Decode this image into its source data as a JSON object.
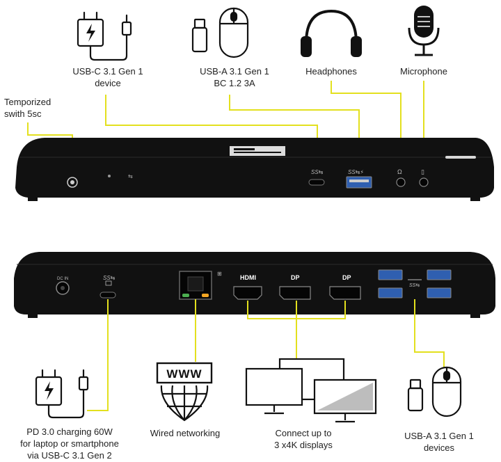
{
  "labels": {
    "usbc_device": [
      "USB-C 3.1 Gen 1",
      "device"
    ],
    "usba_bc": [
      "USB-A 3.1 Gen 1",
      "BC 1.2 3A"
    ],
    "headphones": [
      "Headphones"
    ],
    "microphone": [
      "Microphone"
    ],
    "switch": [
      "Temporized",
      "swith 5sc"
    ],
    "pd_charging": [
      "PD 3.0 charging 60W",
      "for laptop or smartphone",
      "via USB-C 3.1 Gen 2"
    ],
    "wired": [
      "Wired networking"
    ],
    "displays": [
      "Connect up to",
      "3 x4K displays"
    ],
    "usba_devices": [
      "USB-A 3.1 Gen 1",
      "devices"
    ]
  },
  "ports": {
    "hdmi": "HDMI",
    "dp1": "DP",
    "dp2": "DP",
    "www": "WWW",
    "dc": "DC IN",
    "ss": "SS"
  },
  "colors": {
    "connector_line": "#e3e01e",
    "device_body": "#111111",
    "icon_stroke": "#111111"
  }
}
